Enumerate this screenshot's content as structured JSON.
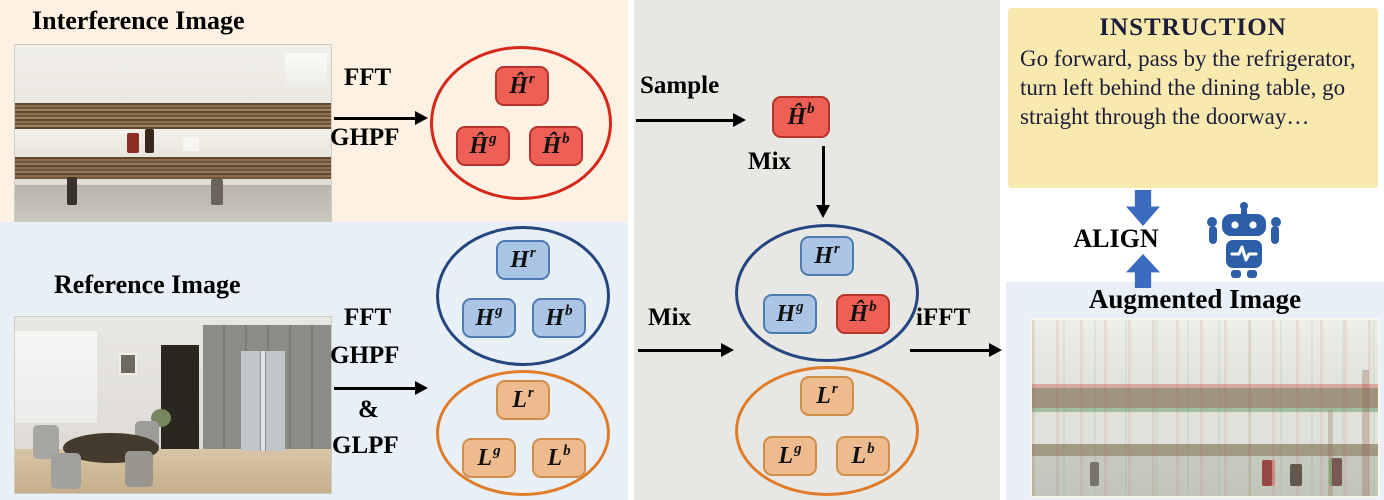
{
  "colors": {
    "interference_bg": "#fcf1e3",
    "reference_bg": "#e8eff7",
    "mix_bg": "#e7e7e4",
    "instruction_bg": "#f8e9ae",
    "augmented_bg": "#e8eff7",
    "red_chip": "#ee6055",
    "blue_chip": "#aac5e6",
    "orange_chip": "#edbb8d",
    "red_ellipse": "#d5281b",
    "blue_ellipse": "#25457e",
    "orange_ellipse": "#e07c28",
    "block_arrow_blue": "#3c6cbe",
    "robot_blue": "#2c5fa8"
  },
  "interference_panel": {
    "title": "Interference Image",
    "fft_label": "FFT",
    "ghpf_label": "GHPF",
    "chips": [
      {
        "base": "Ĥ",
        "sup": "r"
      },
      {
        "base": "Ĥ",
        "sup": "g"
      },
      {
        "base": "Ĥ",
        "sup": "b"
      }
    ]
  },
  "reference_panel": {
    "title": "Reference Image",
    "fft_label": "FFT",
    "ghpf_label": "GHPF",
    "amp_label": "&",
    "glpf_label": "GLPF",
    "high_chips": [
      {
        "base": "H",
        "sup": "r"
      },
      {
        "base": "H",
        "sup": "g"
      },
      {
        "base": "H",
        "sup": "b"
      }
    ],
    "low_chips": [
      {
        "base": "L",
        "sup": "r"
      },
      {
        "base": "L",
        "sup": "g"
      },
      {
        "base": "L",
        "sup": "b"
      }
    ]
  },
  "mix_panel": {
    "sample_label": "Sample",
    "sample_chip": {
      "base": "Ĥ",
      "sup": "b"
    },
    "mix_top_label": "Mix",
    "mix_left_label": "Mix",
    "ifft_label": "iFFT",
    "mixed_chips": [
      {
        "base": "H",
        "sup": "r"
      },
      {
        "base": "H",
        "sup": "g"
      },
      {
        "base": "Ĥ",
        "sup": "b"
      }
    ],
    "low_chips": [
      {
        "base": "L",
        "sup": "r"
      },
      {
        "base": "L",
        "sup": "g"
      },
      {
        "base": "L",
        "sup": "b"
      }
    ]
  },
  "instruction_panel": {
    "title": "INSTRUCTION",
    "body": "Go forward, pass by the refrigerator, turn left behind the dining table, go straight through the doorway…",
    "align_label": "ALIGN"
  },
  "augmented_panel": {
    "title": "Augmented Image"
  }
}
